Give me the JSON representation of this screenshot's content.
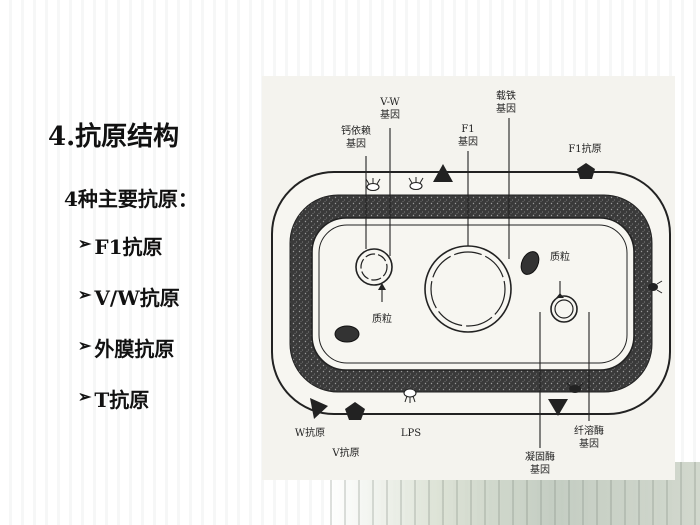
{
  "slide": {
    "heading": "4.抗原结构",
    "subheading": "4种主要抗原：",
    "bullet_marker": "➢",
    "bullets": [
      "F1抗原",
      "V/W抗原",
      "外膜抗原",
      "T抗原"
    ]
  },
  "figure": {
    "labels": {
      "calcium_line1": "钙依赖",
      "calcium_line2": "基因",
      "vw_line1": "V-W",
      "vw_line2": "基因",
      "iron_line1": "载铁",
      "iron_line2": "基因",
      "f1gene_line1": "F1",
      "f1gene_line2": "基因",
      "f1_antigen": "F1抗原",
      "plasmid_left": "质粒",
      "plasmid_right": "质粒",
      "w_antigen": "W抗原",
      "v_antigen": "V抗原",
      "lps": "LPS",
      "coag_line1": "凝固酶",
      "coag_line2": "基因",
      "fibrin_line1": "纤溶酶",
      "fibrin_line2": "基因"
    },
    "colors": {
      "ink": "#222222",
      "wall_fill": "#3a3a3a",
      "panel": "#f4f3ee"
    }
  }
}
